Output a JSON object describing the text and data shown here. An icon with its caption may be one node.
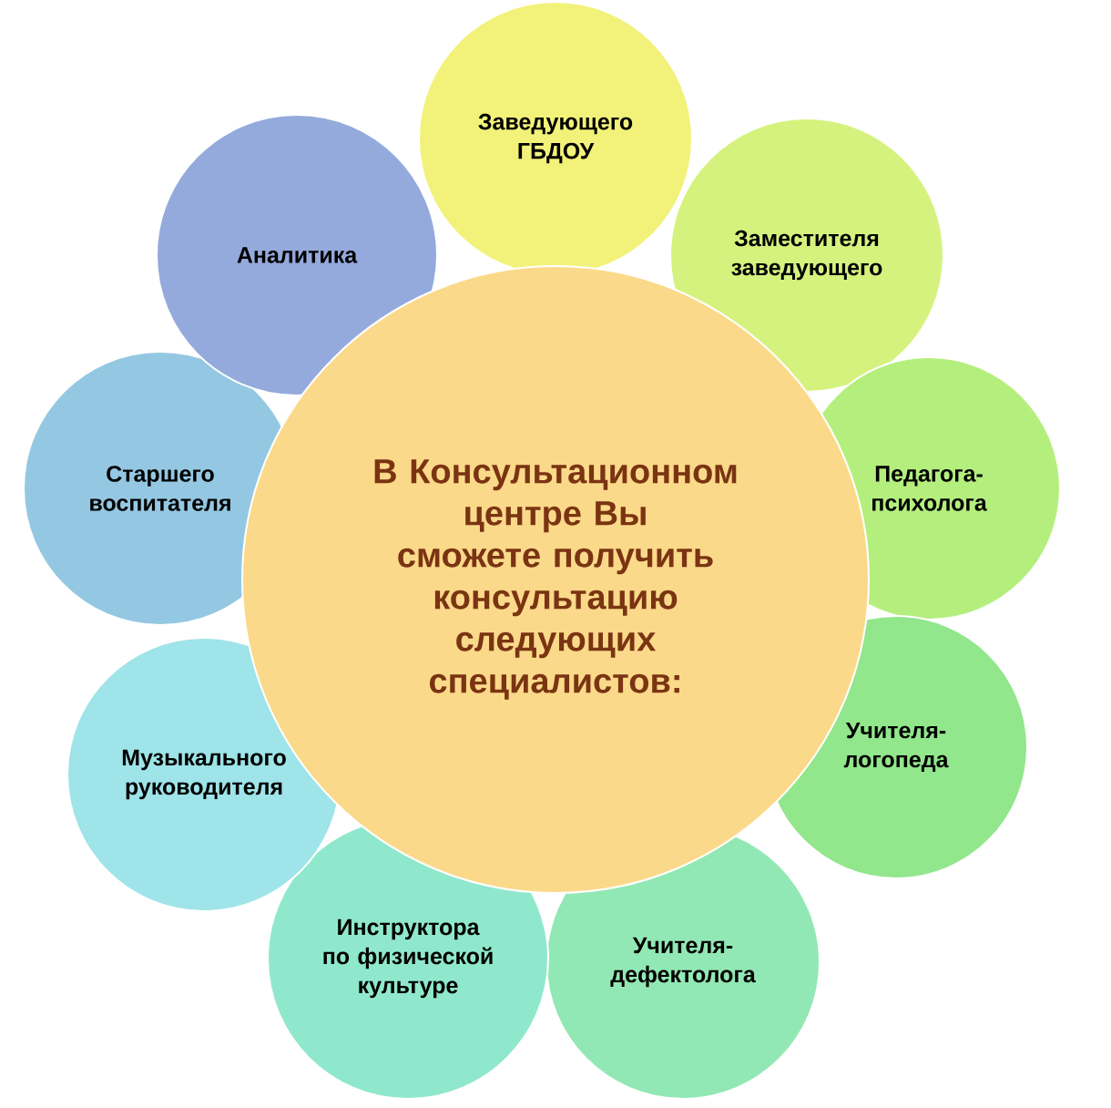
{
  "diagram": {
    "nodes": [
      {
        "text": [
          "В Консультационном центре Вы сможете получить консультацию следующих специалистов:"
        ]
      },
      {
        "text": [
          "Заведующего ГБДОУ"
        ]
      },
      {
        "text": [
          "Заместителя заведующего"
        ]
      },
      {
        "text": [
          "Педагога-психолога"
        ]
      },
      {
        "text": [
          "Учителя-логопеда"
        ]
      },
      {
        "text": [
          "Учителя-дефектолога"
        ]
      },
      {
        "text": [
          "Инструктора по физической культуре"
        ]
      },
      {
        "text": [
          "Музыкального руководителя"
        ]
      },
      {
        "text": [
          "Старшего воспитателя"
        ]
      },
      {
        "text": [
          "Аналитика"
        ]
      }
    ],
    "edges": []
  }
}
